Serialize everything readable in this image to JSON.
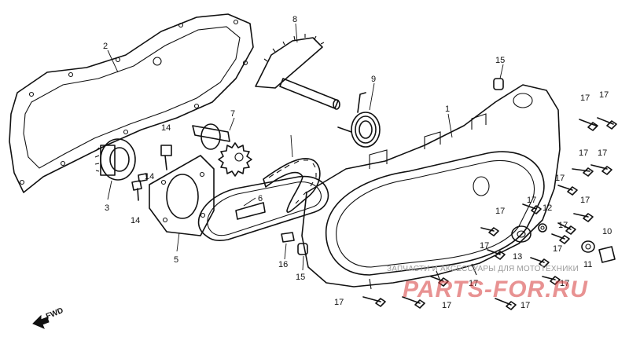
{
  "diagram": {
    "callouts": {
      "n1": "1",
      "n2": "2",
      "n3": "3",
      "n5": "5",
      "n6": "6",
      "n7": "7",
      "n8": "8",
      "n9": "9",
      "n10": "10",
      "n11": "11",
      "n12": "12",
      "n13": "13",
      "n14a": "14",
      "n14b": "14",
      "n14c": "14",
      "n15a": "15",
      "n15b": "15",
      "n16": "16",
      "n17a": "17",
      "n17b": "17",
      "n17c": "17",
      "n17d": "17",
      "n17e": "17",
      "n17f": "17",
      "n17g": "17",
      "n17h": "17",
      "n17i": "17",
      "n17j": "17",
      "n17k": "17",
      "n17l": "17",
      "n17m": "17",
      "n17n": "17",
      "n17o": "17",
      "n17p": "17"
    },
    "direction_label": "FWD",
    "watermark_text": "ЗАПЧАСТИ И АКСЕССУАРЫ ДЛЯ МОТОТЕХНИКИ",
    "watermark_logo": "PARTS-FOR.RU"
  }
}
